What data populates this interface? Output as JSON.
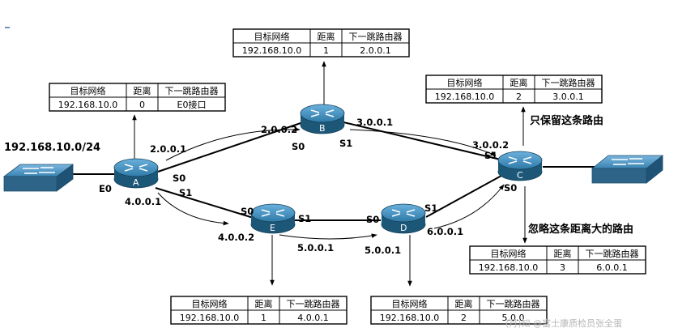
{
  "network_label": "192.168.10.0/24",
  "tables": {
    "headers": {
      "dest": "目标网络",
      "dist": "距离",
      "next": "下一跳路由器"
    },
    "A": {
      "dest": "192.168.10.0",
      "dist": "0",
      "next": "E0接口"
    },
    "B": {
      "dest": "192.168.10.0",
      "dist": "1",
      "next": "2.0.0.1"
    },
    "C": {
      "dest": "192.168.10.0",
      "dist": "2",
      "next": "3.0.0.1"
    },
    "C2": {
      "dest": "192.168.10.0",
      "dist": "3",
      "next": "6.0.0.1"
    },
    "E": {
      "dest": "192.168.10.0",
      "dist": "1",
      "next": "4.0.0.1"
    },
    "D": {
      "dest": "192.168.10.0",
      "dist": "2",
      "next": "5.0.0"
    }
  },
  "routers": {
    "A": "A",
    "B": "B",
    "C": "C",
    "D": "D",
    "E": "E"
  },
  "interfaces": {
    "A_E0": "E0",
    "A_S0": "S0",
    "A_S1": "S1",
    "B_S0": "S0",
    "B_S1": "S1",
    "C_S1": "S1",
    "C_S0": "S0",
    "E_S0": "S0",
    "E_S1": "S1",
    "D_S0": "S0",
    "D_S1": "S1"
  },
  "addresses": {
    "a_2001": "2.0.0.1",
    "b_2002": "2.0.0.2",
    "b_3001": "3.0.0.1",
    "c_3002": "3.0.0.2",
    "a_4001": "4.0.0.1",
    "e_4002": "4.0.0.2",
    "e_5001": "5.0.0.1",
    "d_5001": "5.0.0.1",
    "d_6001": "6.0.0.1"
  },
  "notes": {
    "keep": "只保留这条路由",
    "ignore": "忽略这条距离大的路由"
  },
  "watermark": "(丹)知 @富士康质检员张全蛋",
  "colors": {
    "router_dark": "#1d5778",
    "router_light": "#3f8fbd",
    "switch_dark": "#2d6487",
    "switch_light": "#5fa3cd"
  }
}
